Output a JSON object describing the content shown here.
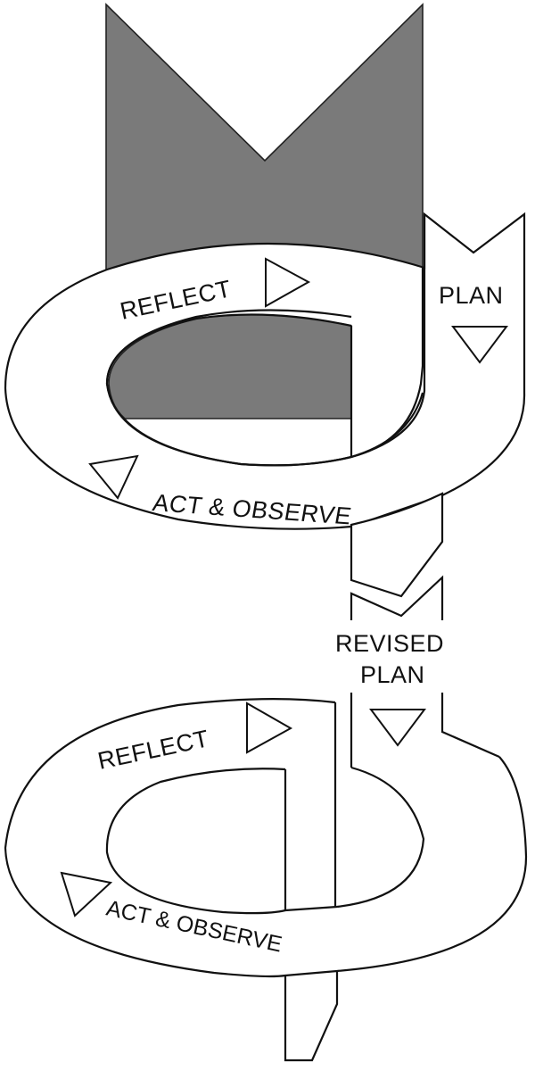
{
  "diagram": {
    "title": "Action research spiral",
    "colors": {
      "line": "#111111",
      "shade": "#7a7a7a",
      "background": "#ffffff"
    },
    "cycle1": {
      "plan_label": "PLAN",
      "reflect_label": "REFLECT",
      "act_observe_label": "ACT & OBSERVE"
    },
    "cycle2": {
      "plan_label_line1": "REVISED",
      "plan_label_line2": "PLAN",
      "reflect_label": "REFLECT",
      "act_observe_label": "ACT & OBSERVE"
    },
    "arrows": {
      "plan": "down-triangle-icon",
      "reflect": "right-triangle-icon",
      "act_observe": "down-left-triangle-icon"
    }
  }
}
